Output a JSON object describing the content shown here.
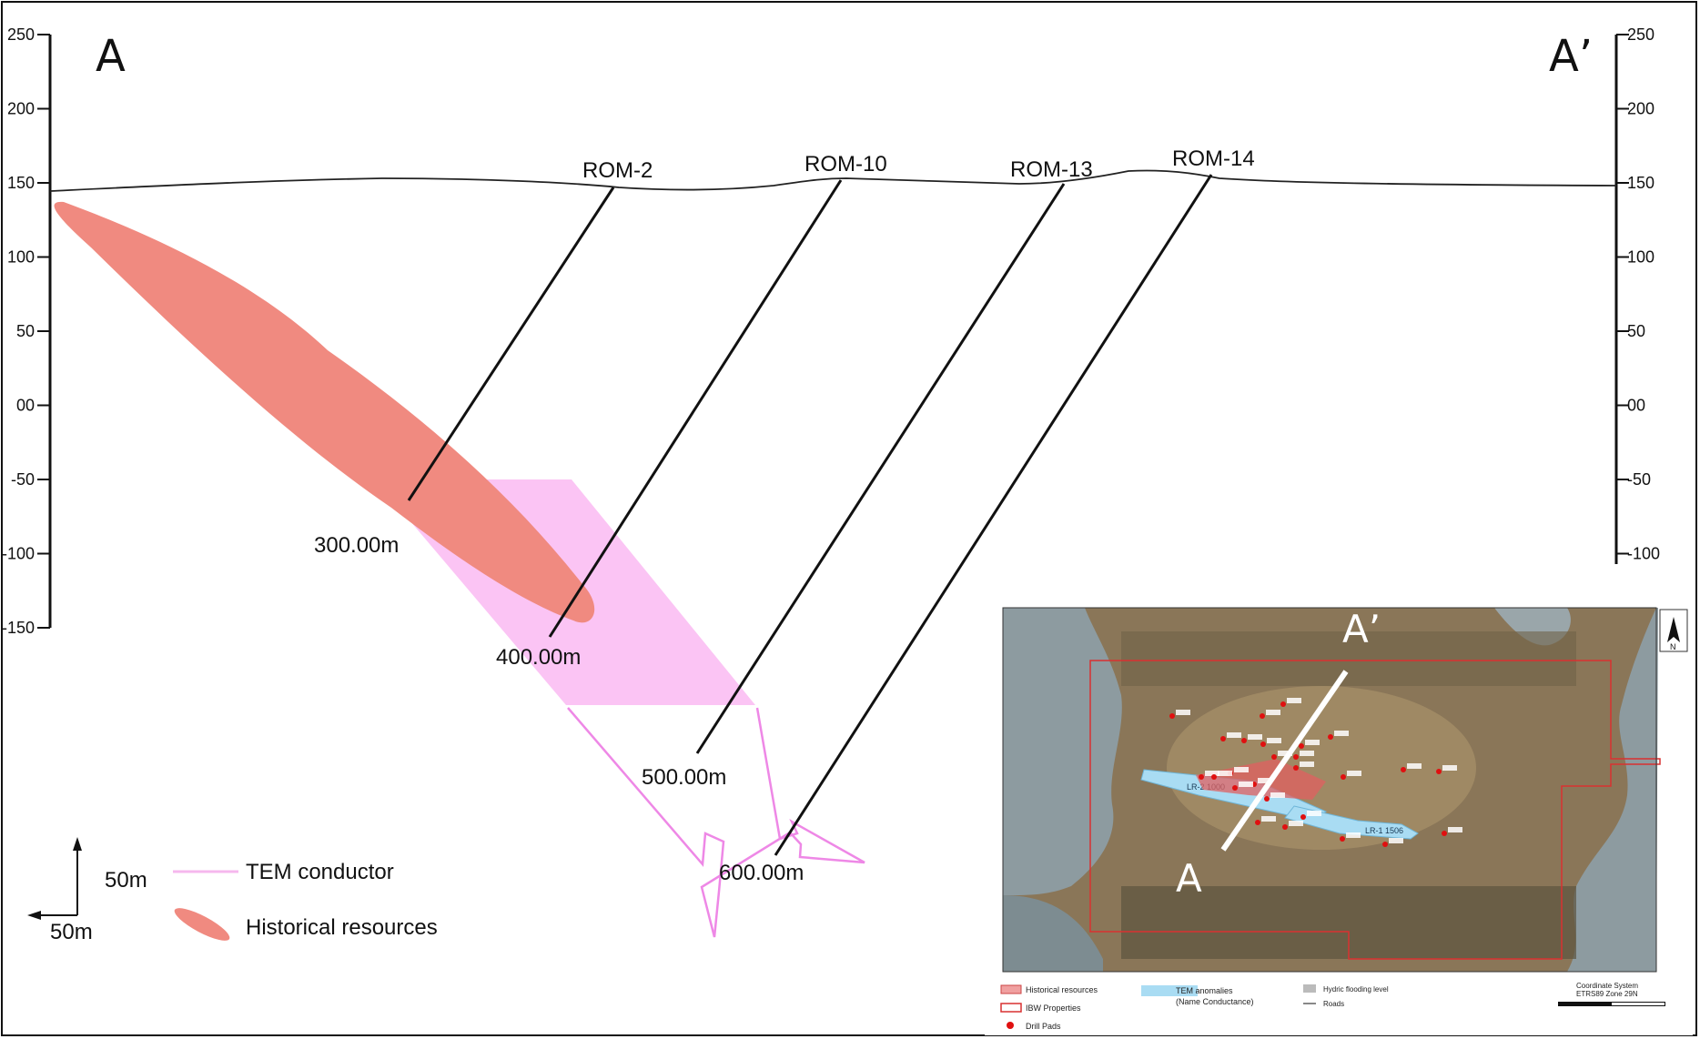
{
  "section": {
    "left_label": "A",
    "right_label": "A’",
    "elevation_ticks": [
      "250",
      "200",
      "150",
      "100",
      "50",
      "00",
      "-50",
      "-100",
      "-150"
    ],
    "right_elevation_ticks": [
      "250",
      "200",
      "150",
      "100",
      "50",
      "00",
      "-50",
      "-100"
    ],
    "holes": [
      {
        "name": "ROM-2",
        "depth_label": "300.00m"
      },
      {
        "name": "ROM-10",
        "depth_label": "400.00m"
      },
      {
        "name": "ROM-13",
        "depth_label": "500.00m"
      },
      {
        "name": "ROM-14",
        "depth_label": "600.00m"
      }
    ],
    "scale": {
      "vertical": "50m",
      "horizontal": "50m"
    },
    "legend": {
      "tem_conductor": "TEM conductor",
      "historical_resources": "Historical resources"
    },
    "colors": {
      "resource_fill": "#f08a80",
      "tem_fill": "#fbc4f4",
      "tem_outline": "#ee88e6",
      "line": "#111111"
    }
  },
  "inset_map": {
    "section_start": "A",
    "section_end": "A’",
    "north_label": "N",
    "anomalies": [
      {
        "label": "LR-2 1000"
      },
      {
        "label": "LR-1 1506"
      }
    ],
    "legend": {
      "historical_resources": "Historical resources",
      "ibw_properties": "IBW Properties",
      "drill_pads": "Drill Pads",
      "tem_anomalies": "TEM anomalies",
      "tem_anomalies_sub": "(Name Conductance)",
      "hydric": "Hydric flooding level",
      "roads": "Roads",
      "coord_system": "Coordinate System",
      "coord_name": "ETRS89 Zone 29N"
    },
    "colors": {
      "property": "#d93030",
      "tem_anomaly": "#a9dcf3",
      "drill_pad": "#e01010",
      "reservoir": "#7f8f95"
    }
  }
}
